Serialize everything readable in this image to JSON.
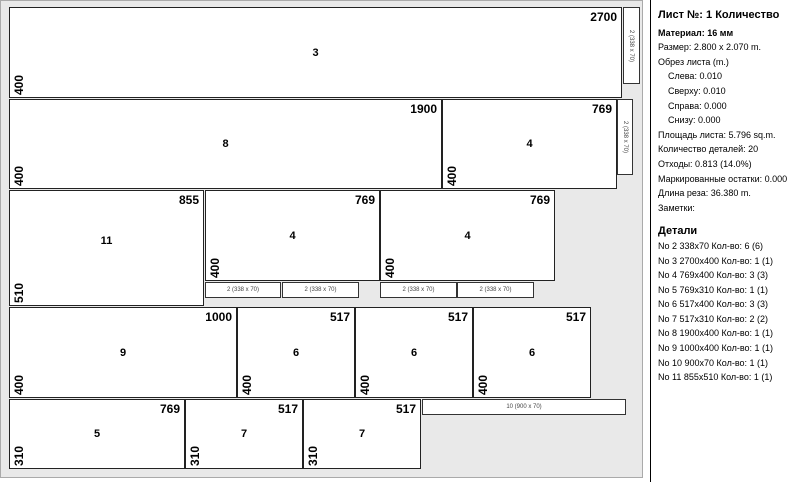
{
  "pieces": [
    {
      "id": "p3",
      "num": "3",
      "w": "2700",
      "h": "400"
    },
    {
      "id": "p8",
      "num": "8",
      "w": "1900",
      "h": "400"
    },
    {
      "id": "p4a",
      "num": "4",
      "w": "769",
      "h": "400"
    },
    {
      "id": "p11",
      "num": "11",
      "w": "855",
      "h": "510"
    },
    {
      "id": "p4b",
      "num": "4",
      "w": "769",
      "h": "400"
    },
    {
      "id": "p4c",
      "num": "4",
      "w": "769",
      "h": "400"
    },
    {
      "id": "p9",
      "num": "9",
      "w": "1000",
      "h": "400"
    },
    {
      "id": "p6a",
      "num": "6",
      "w": "517",
      "h": "400"
    },
    {
      "id": "p6b",
      "num": "6",
      "w": "517",
      "h": "400"
    },
    {
      "id": "p6c",
      "num": "6",
      "w": "517",
      "h": "400"
    },
    {
      "id": "p5",
      "num": "5",
      "w": "769",
      "h": "310"
    },
    {
      "id": "p7a",
      "num": "7",
      "w": "517",
      "h": "310"
    },
    {
      "id": "p7b",
      "num": "7",
      "w": "517",
      "h": "310"
    }
  ],
  "strips": {
    "s1": "2 (338 x 70)",
    "s2": "2 (338 x 70)",
    "s3": "2 (338 x 70)",
    "s4": "2 (338 x 70)",
    "s5": "2 (338 x 70)",
    "s6": "2 (338 x 70)",
    "s10": "10 (900 x 70)"
  },
  "info": {
    "title": "Лист №: 1    Количество",
    "material": "Материал: 16 мм",
    "size": "Размер: 2.800 x 2.070 m.",
    "trim_header": "Обрез листа (m.)",
    "trim_left": "Слева: 0.010",
    "trim_top": "Сверху: 0.010",
    "trim_right": "Справа: 0.000",
    "trim_bottom": "Снизу: 0.000",
    "area": "Площадь листа: 5.796 sq.m.",
    "part_count": "Количество деталей: 20",
    "waste": "Отходы: 0.813 (14.0%)",
    "marked": "Маркированные остатки: 0.000",
    "cut_length": "Длина реза: 36.380 m.",
    "notes": "Заметки:"
  },
  "details": {
    "title": "Детали",
    "items": [
      "No 2 338x70 Кол-во: 6 (6)",
      "No 3 2700x400 Кол-во: 1 (1)",
      "No 4 769x400 Кол-во: 3 (3)",
      "No 5 769x310 Кол-во: 1 (1)",
      "No 6 517x400 Кол-во: 3 (3)",
      "No 7 517x310 Кол-во: 2 (2)",
      "No 8 1900x400 Кол-во: 1 (1)",
      "No 9 1000x400 Кол-во: 1 (1)",
      "No 10 900x70 Кол-во: 1 (1)",
      "No 11 855x510 Кол-во: 1 (1)"
    ]
  }
}
